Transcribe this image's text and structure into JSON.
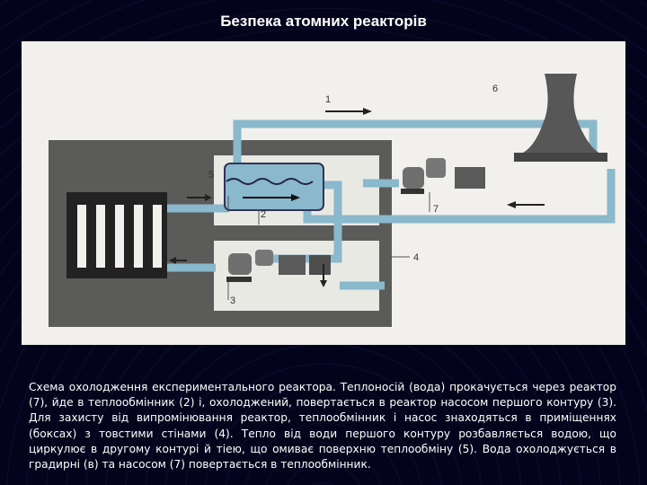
{
  "title": "Безпека атомних реакторів",
  "diagram": {
    "labels": {
      "l1": "1",
      "l2": "2",
      "l3": "3",
      "l4": "4",
      "l5": "5",
      "l6": "6",
      "l7": "7"
    }
  },
  "caption": "Схема охолодження експериментального реактора. Теплоносій (вода) прокачується через реактор (7), йде в теплообмінник (2) і, охолоджений, повертається в реактор насосом першого контуру (3). Для захисту від випромінювання реактор, теплообмінник і насос знаходяться в приміщеннях (боксах) з товстими стінами (4). Тепло від води першого контуру розбавляється водою, що циркулює в другому контурі й тіею, що омиває поверхню теплообміну (5). Вода охолоджується в градирні (в) та насосом (7) повертається в теплообмінник.",
  "colors": {
    "background": "#03031c",
    "figure_bg": "#f1f0ec",
    "wall": "#5b5b59",
    "box": "#e9e9e4",
    "pipe": "#8ab8cc",
    "reactor": "#1a1a1a"
  }
}
